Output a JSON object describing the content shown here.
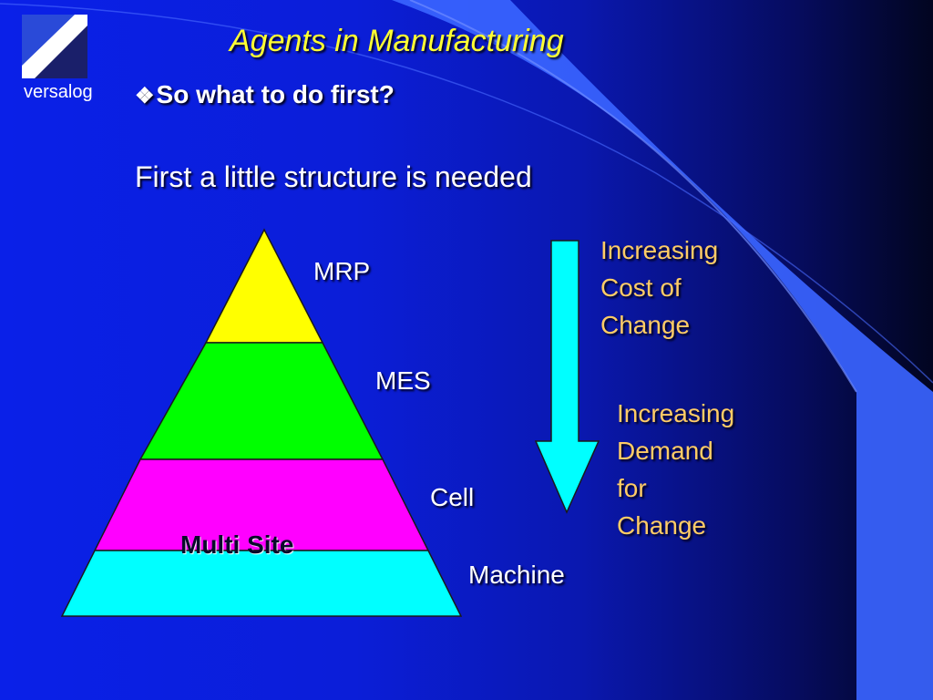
{
  "brand": {
    "name": "versalog"
  },
  "slide": {
    "title": "Agents in Manufacturing",
    "bullet_symbol": "❖",
    "bullet": "So what to do first?",
    "subtitle": "First a little structure is needed"
  },
  "pyramid": {
    "layers": [
      {
        "label": "MRP",
        "color": "#ffff00"
      },
      {
        "label": "MES",
        "color": "#00ff00"
      },
      {
        "label": "Cell",
        "color": "#ff00ff"
      },
      {
        "label": "Machine",
        "color": "#00ffff"
      }
    ],
    "overlay_label": "Multi Site"
  },
  "arrow": {
    "color": "#00ffff",
    "direction": "down"
  },
  "notes": {
    "cost": [
      "Increasing",
      "Cost of",
      "Change"
    ],
    "demand": [
      "Increasing",
      "Demand",
      "for",
      "Change"
    ]
  },
  "colors": {
    "title": "#ffff33",
    "note_text": "#ffcc66",
    "body_text": "#ffffff",
    "deco_band": "#3a64ff"
  }
}
